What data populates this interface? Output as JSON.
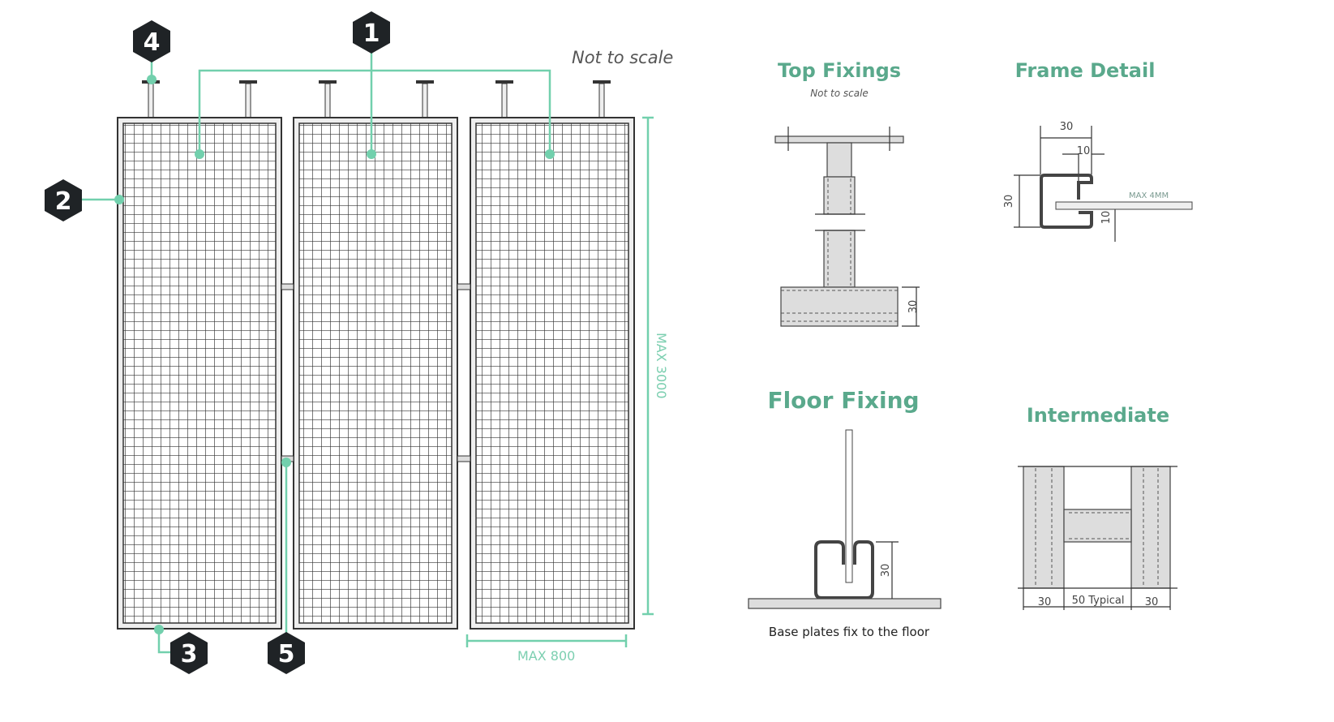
{
  "main_diagram": {
    "note": "Not to scale",
    "callouts": [
      "1",
      "2",
      "3",
      "4",
      "5"
    ],
    "dimensions": {
      "height": "MAX 3000",
      "width": "MAX 800"
    },
    "colors": {
      "accent": "#72d0ad",
      "heading": "#5aa98c",
      "callout": "#1f2326"
    }
  },
  "details": {
    "top_fixings": {
      "title": "Top Fixings",
      "note": "Not to scale",
      "dim": "30"
    },
    "frame_detail": {
      "title": "Frame Detail",
      "width": "30",
      "gap": "10",
      "height": "30",
      "lip": "10",
      "mesh": "MAX 4MM"
    },
    "floor_fixing": {
      "title": "Floor Fixing",
      "dim": "30",
      "caption": "Base plates fix to the floor"
    },
    "intermediate": {
      "title": "Intermediate",
      "left": "30",
      "middle": "50  Typical",
      "right": "30"
    }
  }
}
